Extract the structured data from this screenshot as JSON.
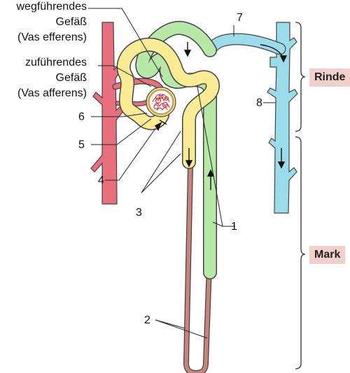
{
  "labels": {
    "efferent": [
      "wegführendes",
      "Gefäß",
      "(Vas efferens)"
    ],
    "afferent": [
      "zuführendes",
      "Gefäß",
      "(Vas afferens)"
    ]
  },
  "numbers": [
    "1",
    "2",
    "3",
    "4",
    "5",
    "6",
    "7",
    "8"
  ],
  "regions": {
    "cortex": "Rinde",
    "medulla": "Mark"
  },
  "colors": {
    "artery": "#e8707e",
    "vein": "#9bdcea",
    "proximal_tubule": "#fbeb95",
    "distal_tubule": "#b8e8a8",
    "loop_thin": "#c9837a",
    "capsule": "#e6c470",
    "capillary": "#e31e24",
    "region_bg": "#f0cfcd",
    "outline": "#444444"
  }
}
